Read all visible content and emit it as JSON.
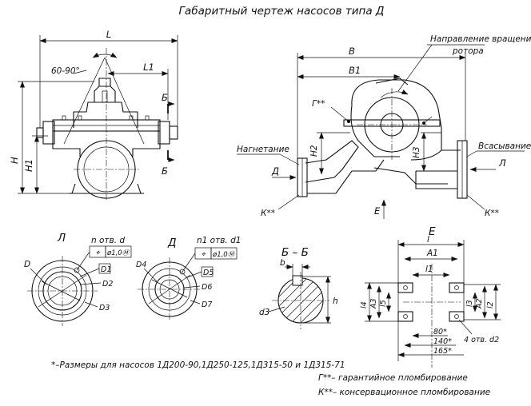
{
  "title": "Габаритный чертеж насосов типа Д",
  "front_view": {
    "dim_L": "L",
    "dim_L1": "L1",
    "angle": "60-90°",
    "dim_H": "H",
    "dim_H1": "H1",
    "section_mark_top": "Б",
    "section_mark_bottom": "Б"
  },
  "side_view": {
    "dim_B": "B",
    "dim_B1": "B1",
    "rotation_label_line1": "Направление вращения",
    "rotation_label_line2": "ротора",
    "seal_g": "Г**",
    "dim_H2": "H2",
    "dim_H3": "H3",
    "discharge_label": "Нагнетание",
    "suction_label": "Всасывание",
    "view_d": "Д",
    "view_l": "Л",
    "view_e": "E",
    "seal_k_left": "К**",
    "seal_k_right": "К**"
  },
  "view_l": {
    "title": "Л",
    "holes_label": "n отв. d",
    "tol_symbol": "⌖",
    "tol_value": "ø1,0Ⓜ",
    "dim_D": "D",
    "dim_D1": "D1",
    "dim_D2": "D2",
    "dim_D3": "D3"
  },
  "view_d": {
    "title": "Д",
    "holes_label": "n1 отв. d1",
    "tol_symbol": "⌖",
    "tol_value": "ø1,0Ⓜ",
    "dim_D4": "D4",
    "dim_D5": "D5",
    "dim_D6": "D6",
    "dim_D7": "D7"
  },
  "section_bb": {
    "title": "Б – Б",
    "dim_b": "b",
    "dim_d3": "d3",
    "dim_h": "h"
  },
  "view_e": {
    "title": "E",
    "dim_l": "l",
    "dim_A1": "A1",
    "dim_l1": "l1",
    "dim_A2": "A2",
    "dim_l2": "l2",
    "dim_A3": "A3",
    "dim_l3": "l3",
    "dim_l4": "l4",
    "dim_l5": "l5",
    "dim_80": "80*",
    "dim_140": "140*",
    "dim_165": "165*",
    "holes_label": "4 отв. d2"
  },
  "notes": {
    "sizes_note": "*–Размеры для насосов 1Д200-90,1Д250-125,1Д315-50 и 1Д315-71",
    "g_note": "Г**– гарантийное пломбирование",
    "k_note": "К**– консервационное пломбирование"
  }
}
